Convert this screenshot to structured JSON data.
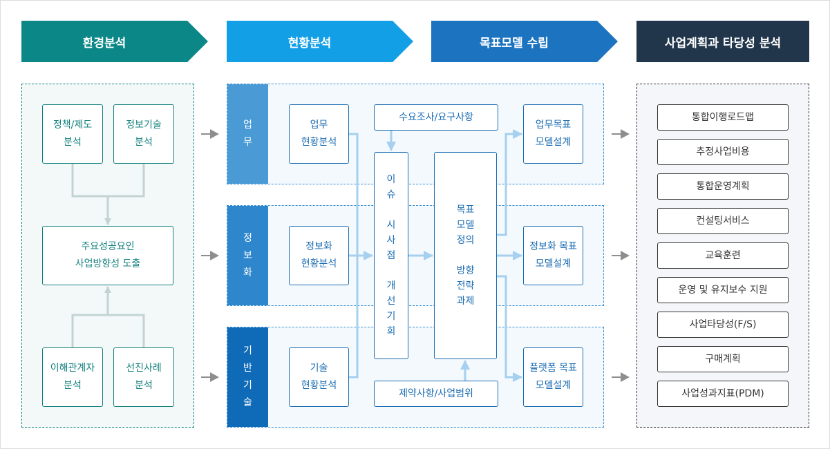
{
  "stages": [
    {
      "label": "환경분석",
      "color": "#0b8787"
    },
    {
      "label": "현황분석",
      "color": "#139fe6"
    },
    {
      "label": "목표모델 수립",
      "color": "#1c74c1"
    },
    {
      "label": "사업계획과 타당성 분석",
      "color": "#21364b"
    }
  ],
  "environment": {
    "top_left": "정책/제도\n분석",
    "top_right": "정보기술\n분석",
    "center": "주요성공요인\n사업방향성 도출",
    "bottom_left": "이해관계자\n분석",
    "bottom_right": "선진사례\n분석"
  },
  "current_state": {
    "rows": [
      {
        "label": "업\n무",
        "color": "#4a9ad6",
        "analysis": "업무\n현황분석",
        "target": "업무목표\n모델설계"
      },
      {
        "label": "정\n보\n화",
        "color": "#2e86cc",
        "analysis": "정보화\n현황분석",
        "target": "정보화 목표\n모델설계"
      },
      {
        "label": "기\n반\n기\n술",
        "color": "#0f6bb8",
        "analysis": "기술\n현황분석",
        "target": "플랫폼 목표\n모델설계"
      }
    ],
    "demand": "수요조사/요구사항",
    "constraints": "제약사항/사업범위",
    "issues": "이\n슈\n\n시\n사\n점\n\n개\n선\n기\n회",
    "target_model": "목표\n모델\n정의\n\n방향\n전략\n과제"
  },
  "business_plan": {
    "items": [
      "통합이행로드맵",
      "추정사업비용",
      "통합운영계획",
      "컨설팅서비스",
      "교육훈련",
      "운영 및 유지보수 지원",
      "사업타당성(F/S)",
      "구매계획",
      "사업성과지표(PDM)"
    ]
  },
  "icons": {
    "flow_arrow": "arrow-right-icon",
    "connector_arrow": "arrow-icon"
  }
}
